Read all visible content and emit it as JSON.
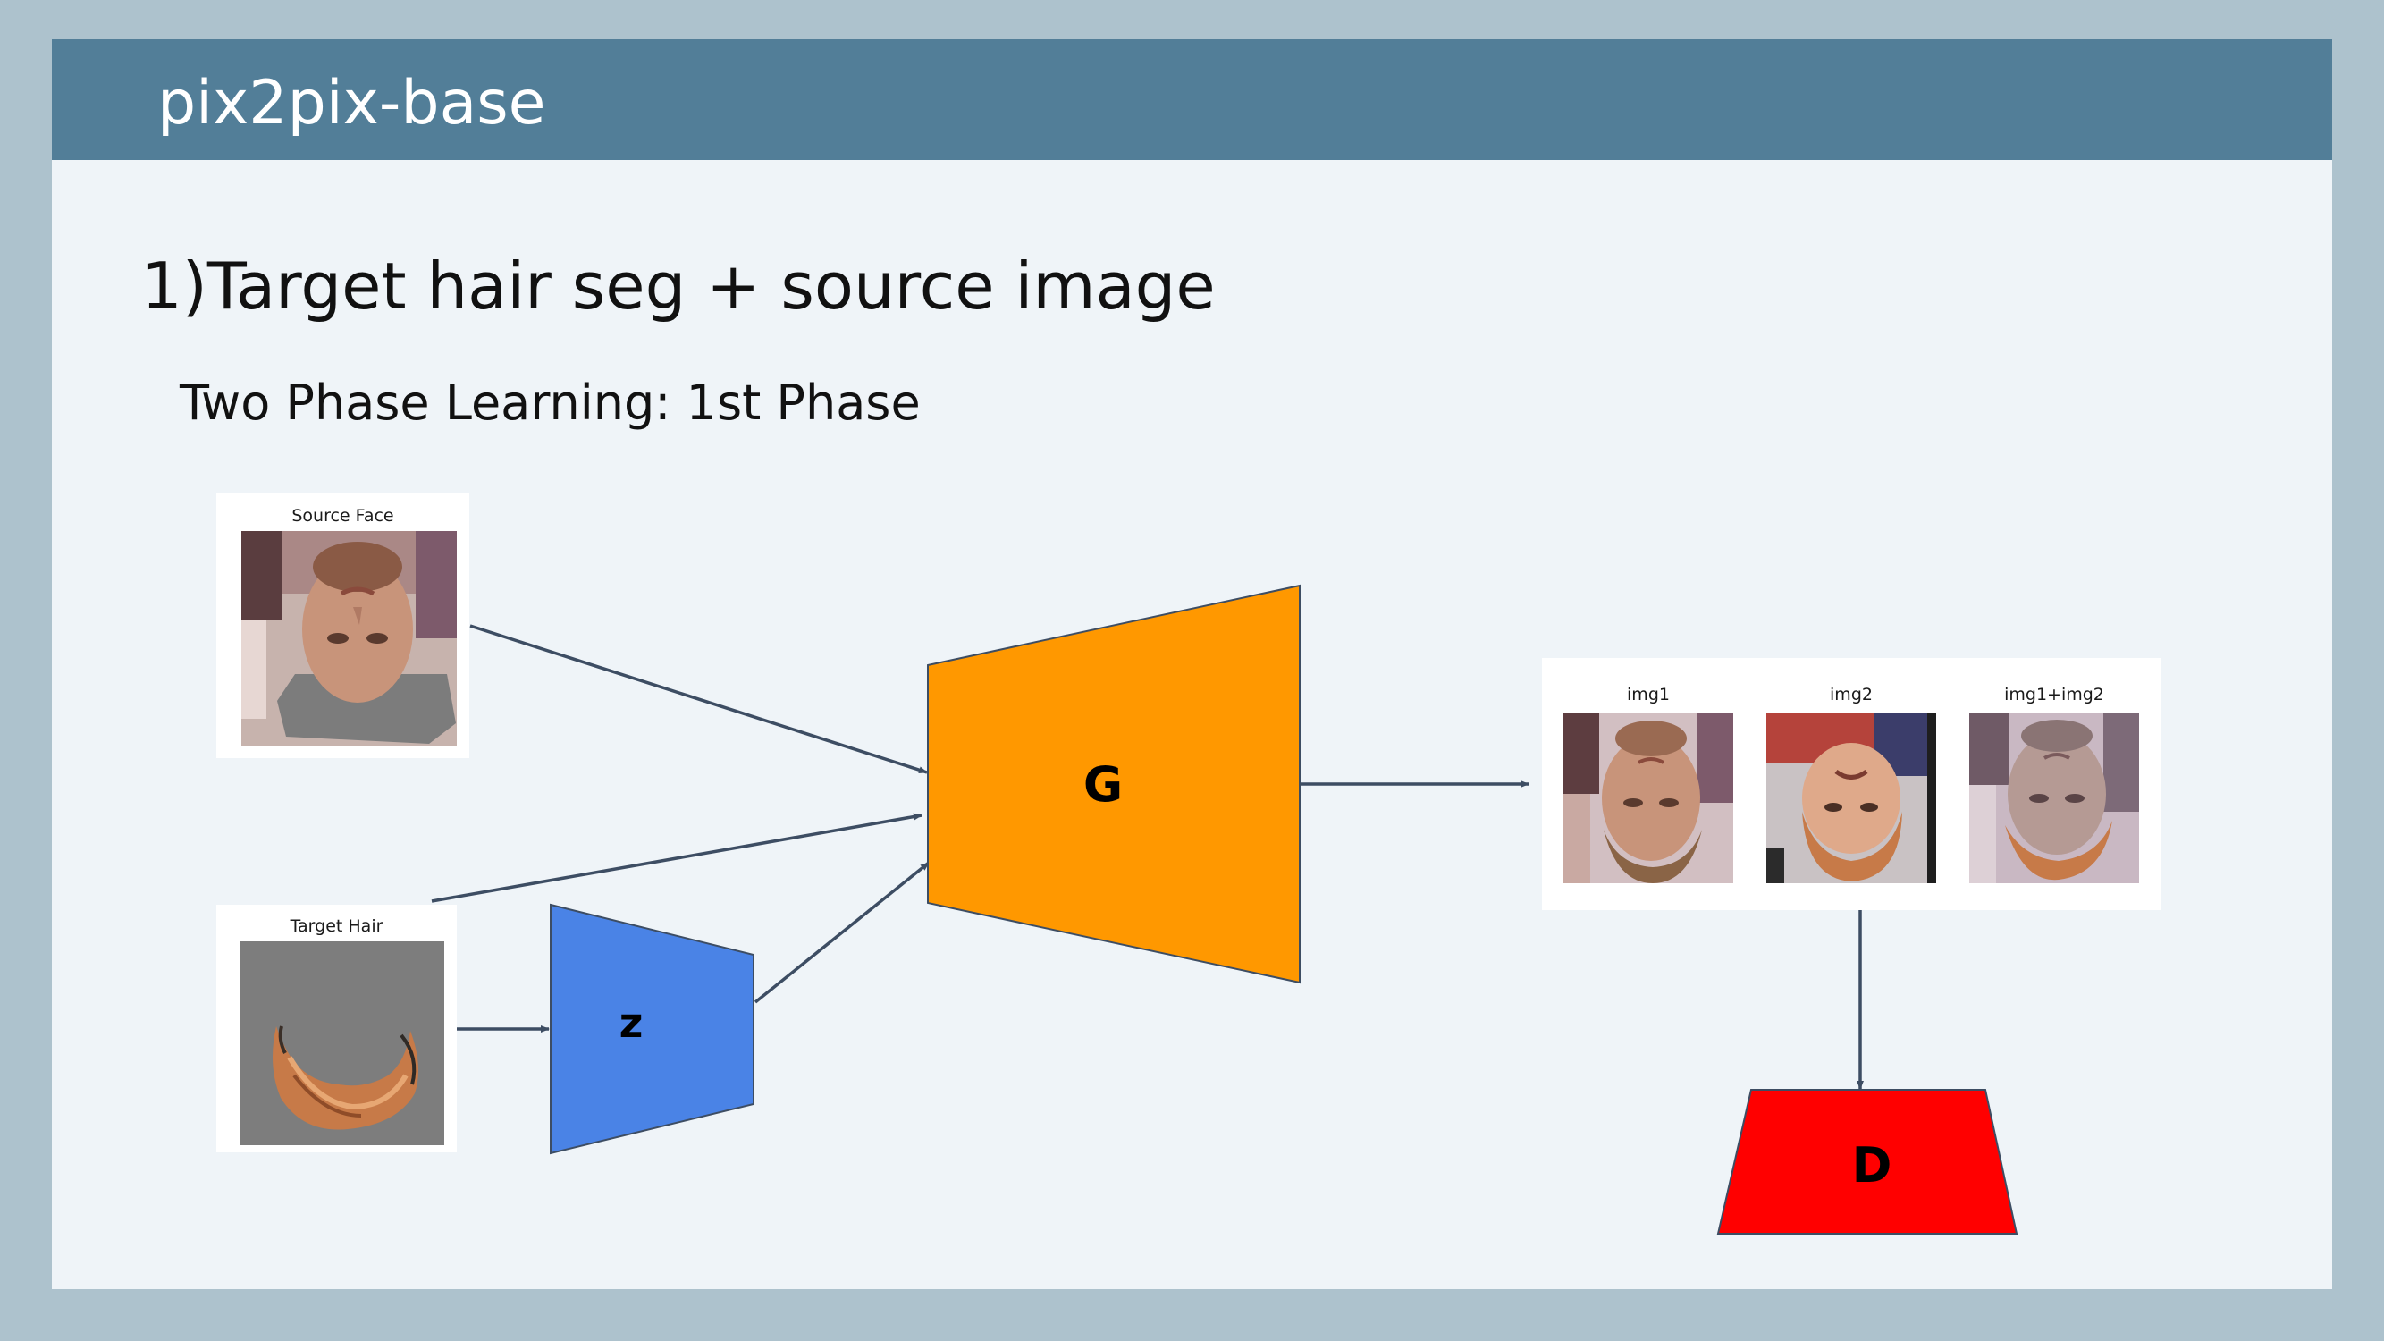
{
  "header": {
    "title": "pix2pix-base"
  },
  "content": {
    "heading": "1)Target hair seg + source image",
    "subheading": "Two Phase Learning: 1st Phase"
  },
  "diagram": {
    "inputs": {
      "source_face": {
        "label": "Source Face"
      },
      "target_hair": {
        "label": "Target Hair"
      }
    },
    "blocks": {
      "z": {
        "label": "z",
        "color": "#4a83e6"
      },
      "generator": {
        "label": "G",
        "color": "#ff9800"
      },
      "discriminator": {
        "label": "D",
        "color": "#ff0000"
      }
    },
    "outputs": [
      {
        "label": "img1"
      },
      {
        "label": "img2"
      },
      {
        "label": "img1+img2"
      }
    ],
    "arrow_color": "#3d4d63"
  }
}
